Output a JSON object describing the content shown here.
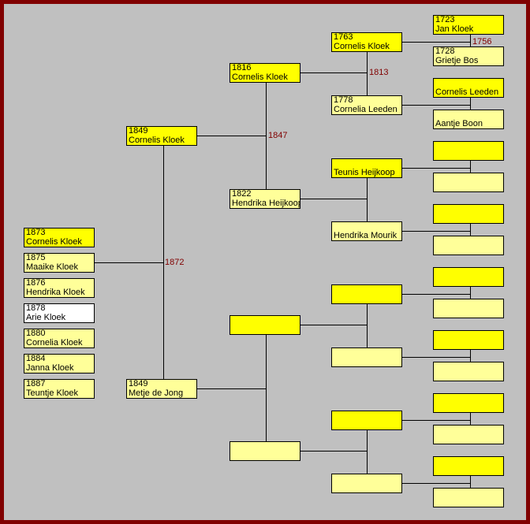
{
  "colors": {
    "male": "#ffff00",
    "female": "#ffff99",
    "selected": "#ffffff",
    "marriage_year": "#800000",
    "frame": "#800000",
    "background": "#c0c0c0"
  },
  "children": [
    {
      "year": "1873",
      "name": "Cornelis Kloek",
      "sex": "male"
    },
    {
      "year": "1875",
      "name": "Maaike Kloek",
      "sex": "female"
    },
    {
      "year": "1876",
      "name": "Hendrika Kloek",
      "sex": "female"
    },
    {
      "year": "1878",
      "name": "Arie Kloek",
      "sex": "selected"
    },
    {
      "year": "1880",
      "name": "Cornelia Kloek",
      "sex": "female"
    },
    {
      "year": "1884",
      "name": "Janna Kloek",
      "sex": "female"
    },
    {
      "year": "1887",
      "name": "Teuntje Kloek",
      "sex": "female"
    }
  ],
  "generations": [
    {
      "persons": [
        {
          "year": "1849",
          "name": "Cornelis Kloek",
          "sex": "male"
        },
        {
          "year": "1849",
          "name": "Metje de Jong",
          "sex": "female"
        }
      ],
      "marriages": [
        "1872"
      ]
    },
    {
      "persons": [
        {
          "year": "1816",
          "name": "Cornelis Kloek",
          "sex": "male"
        },
        {
          "year": "1822",
          "name": "Hendrika Heijkoop",
          "sex": "female"
        },
        {
          "year": "",
          "name": "",
          "sex": "male"
        },
        {
          "year": "",
          "name": "",
          "sex": "female"
        }
      ],
      "marriages": [
        "1847",
        ""
      ]
    },
    {
      "persons": [
        {
          "year": "1763",
          "name": "Cornelis Kloek",
          "sex": "male"
        },
        {
          "year": "1778",
          "name": "Cornelia Leeden",
          "sex": "female"
        },
        {
          "year": "",
          "name": "Teunis Heijkoop",
          "sex": "male"
        },
        {
          "year": "",
          "name": "Hendrika Mourik",
          "sex": "female"
        },
        {
          "year": "",
          "name": "",
          "sex": "male"
        },
        {
          "year": "",
          "name": "",
          "sex": "female"
        },
        {
          "year": "",
          "name": "",
          "sex": "male"
        },
        {
          "year": "",
          "name": "",
          "sex": "female"
        }
      ],
      "marriages": [
        "1813",
        "",
        "",
        ""
      ]
    },
    {
      "persons": [
        {
          "year": "1723",
          "name": "Jan Kloek",
          "sex": "male"
        },
        {
          "year": "1728",
          "name": "Grietje Bos",
          "sex": "female"
        },
        {
          "year": "",
          "name": "Cornelis Leeden",
          "sex": "male"
        },
        {
          "year": "",
          "name": "Aantje Boon",
          "sex": "female"
        },
        {
          "year": "",
          "name": "",
          "sex": "male"
        },
        {
          "year": "",
          "name": "",
          "sex": "female"
        },
        {
          "year": "",
          "name": "",
          "sex": "male"
        },
        {
          "year": "",
          "name": "",
          "sex": "female"
        },
        {
          "year": "",
          "name": "",
          "sex": "male"
        },
        {
          "year": "",
          "name": "",
          "sex": "female"
        },
        {
          "year": "",
          "name": "",
          "sex": "male"
        },
        {
          "year": "",
          "name": "",
          "sex": "female"
        },
        {
          "year": "",
          "name": "",
          "sex": "male"
        },
        {
          "year": "",
          "name": "",
          "sex": "female"
        },
        {
          "year": "",
          "name": "",
          "sex": "male"
        },
        {
          "year": "",
          "name": "",
          "sex": "female"
        }
      ],
      "marriages": [
        "1756",
        "",
        "",
        "",
        "",
        "",
        "",
        ""
      ]
    }
  ]
}
